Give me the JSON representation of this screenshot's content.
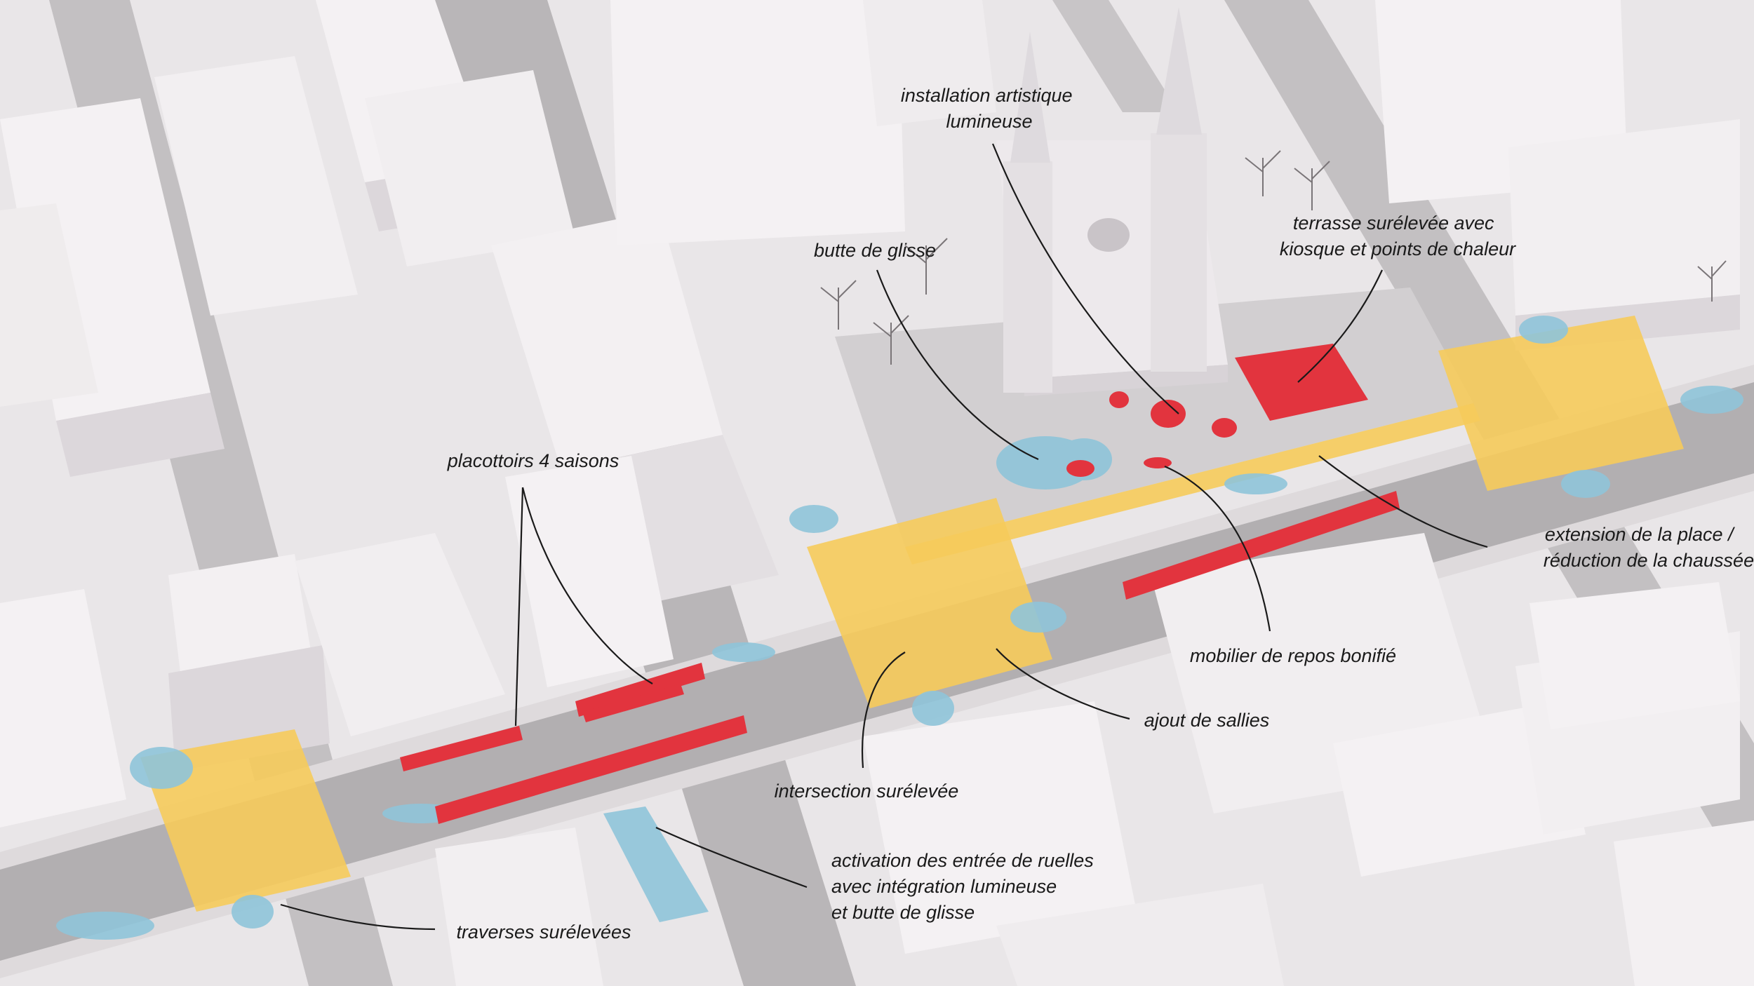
{
  "colors": {
    "ground": "#e9e6e8",
    "building": "#f4f1f3",
    "building_side": "#dcd7db",
    "road": "#b9b6b8",
    "road_dark": "#a9a6a8",
    "plaza": "#d2cfd1",
    "raised_yellow": "#f6cb5b",
    "winter_blue": "#8fc4d9",
    "red_feature": "#e2343e",
    "label_text": "#1a1a1a"
  },
  "annotations": [
    {
      "id": "installation-artistique",
      "lines": [
        "installation artistique",
        "lumineuse"
      ]
    },
    {
      "id": "butte-de-glisse",
      "lines": [
        "butte de glisse"
      ]
    },
    {
      "id": "terrasse-surelevee",
      "lines": [
        "terrasse surélevée avec",
        "kiosque et points de chaleur"
      ]
    },
    {
      "id": "placottoirs",
      "lines": [
        "placottoirs 4 saisons"
      ]
    },
    {
      "id": "extension-place",
      "lines": [
        "extension de la place /",
        "réduction de la chaussée"
      ]
    },
    {
      "id": "mobilier-repos",
      "lines": [
        "mobilier de repos bonifié"
      ]
    },
    {
      "id": "ajout-sallies",
      "lines": [
        "ajout de sallies"
      ]
    },
    {
      "id": "intersection-surelevee",
      "lines": [
        "intersection surélevée"
      ]
    },
    {
      "id": "activation-ruelles",
      "lines": [
        "activation des entrée de ruelles",
        "avec intégration lumineuse",
        "et butte de glisse"
      ]
    },
    {
      "id": "traverses-surelevees",
      "lines": [
        "traverses surélevées"
      ]
    }
  ]
}
